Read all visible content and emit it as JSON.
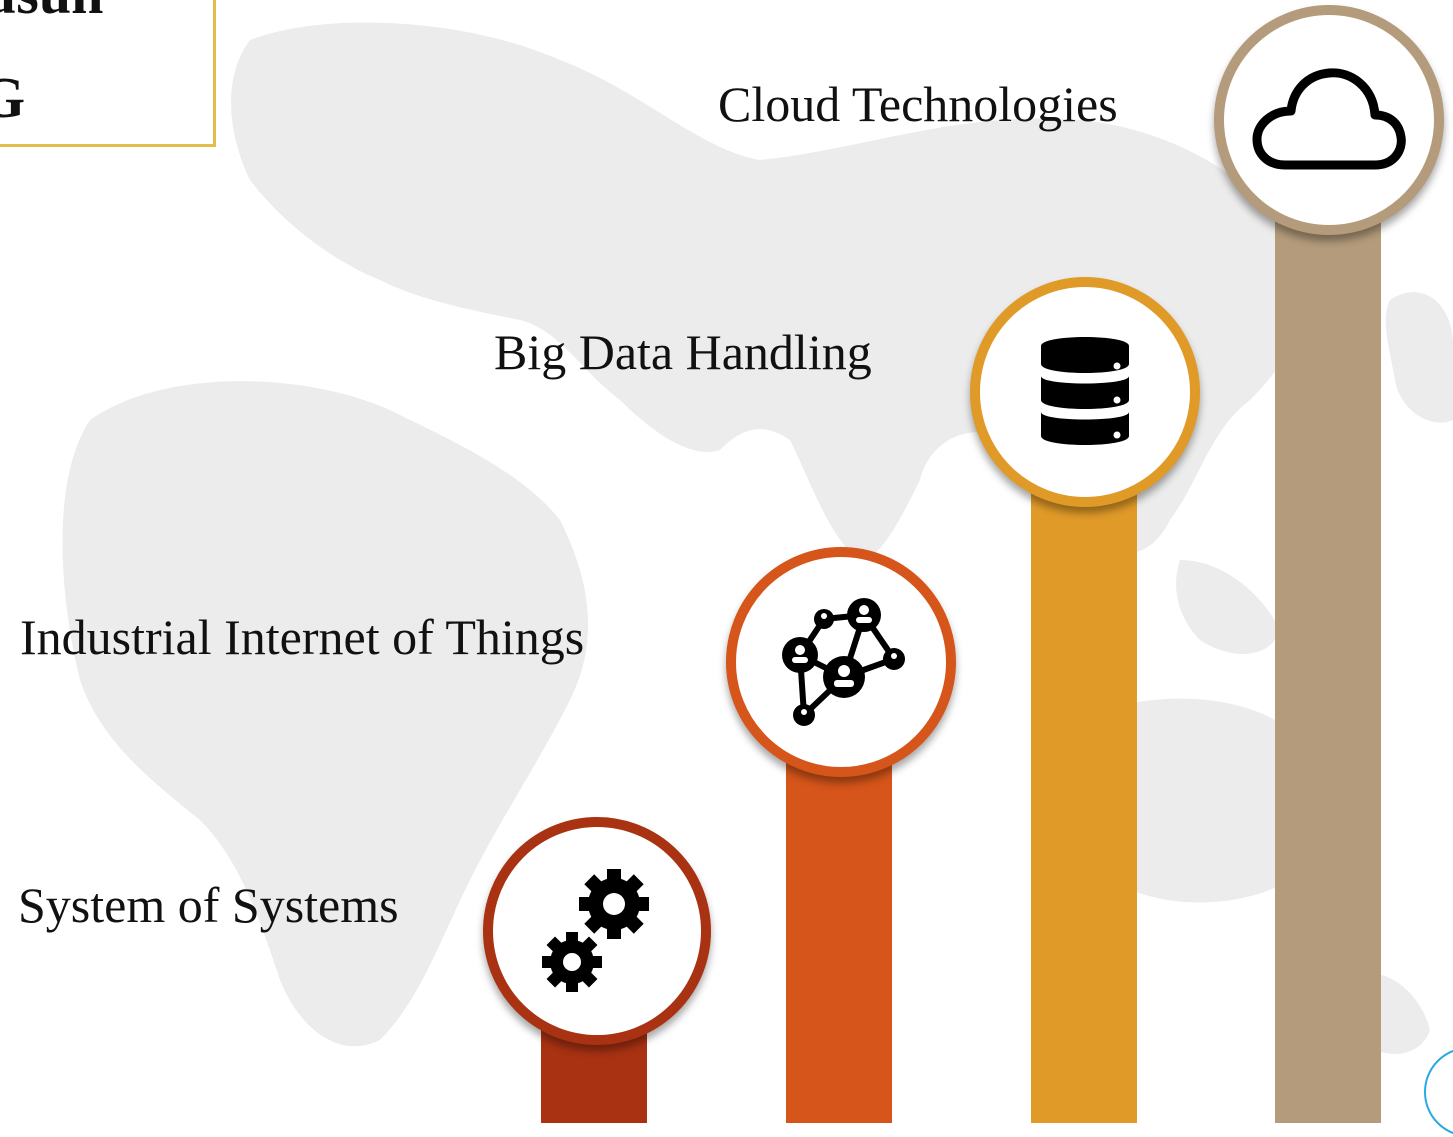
{
  "title": {
    "line1": "usun",
    "line2": "G"
  },
  "steps": [
    {
      "label": "System of Systems",
      "icon": "gears-icon",
      "color": "#a83212"
    },
    {
      "label": "Industrial Internet of Things",
      "icon": "network-icon",
      "color": "#d5551a"
    },
    {
      "label": "Big Data Handling",
      "icon": "database-icon",
      "color": "#e09a28"
    },
    {
      "label": "Cloud Technologies",
      "icon": "cloud-icon",
      "color": "#b39b7b"
    }
  ],
  "accent": {
    "title_border": "#e3bd4b",
    "ring": "#29a9e1"
  }
}
